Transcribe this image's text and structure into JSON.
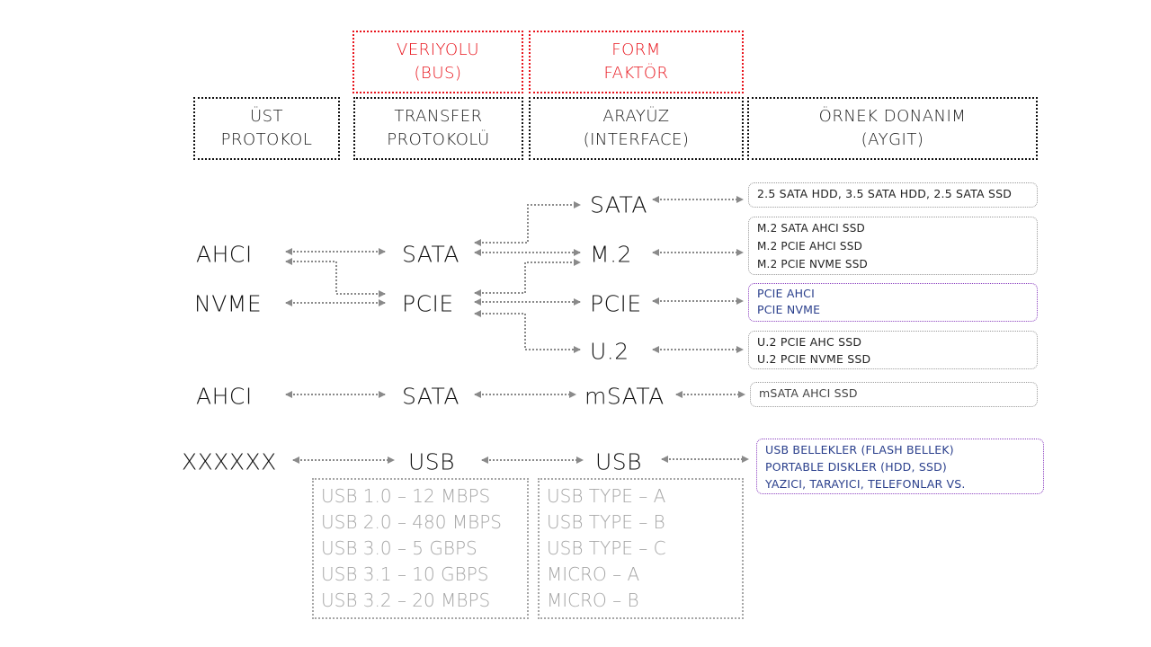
{
  "header": {
    "bus": [
      "VERIYOLU",
      "(BUS)"
    ],
    "form_factor": [
      "FORM",
      "FAKTÖR"
    ],
    "upper_protocol": [
      "ÜST",
      "PROTOKOL"
    ],
    "transfer_protocol": [
      "TRANSFER",
      "PROTOKOLÜ"
    ],
    "interface": [
      "ARAYÜZ",
      "(INTERFACE)"
    ],
    "example_hardware": [
      "ÖRNEK DONANIM",
      "(AYGIT)"
    ]
  },
  "colors": {
    "accent_red": "#e8141c",
    "device_purple_border": "#8a3fbf",
    "device_blue_text": "#2a3f8c",
    "connector_gray": "#8a8a8a",
    "list_gray": "#a6a6a6"
  },
  "protocols": [
    "AHCI",
    "NVME",
    "AHCI",
    "XXXXXX"
  ],
  "transfer": [
    "SATA",
    "PCIE",
    "SATA",
    "USB"
  ],
  "interfaces": [
    "SATA",
    "M.2",
    "PCIE",
    "U.2",
    "mSATA",
    "USB"
  ],
  "devices": {
    "sata": [
      "2.5 SATA HDD, 3.5 SATA HDD, 2.5 SATA SSD"
    ],
    "m2": [
      "M.2 SATA AHCI SSD",
      "M.2 PCIE AHCI SSD",
      "M.2 PCIE NVME SSD"
    ],
    "pcie": [
      "PCIE AHCI",
      "PCIE NVME"
    ],
    "u2": [
      "U.2 PCIE AHC SSD",
      "U.2 PCIE NVME SSD"
    ],
    "msata": [
      "mSATA AHCI SSD"
    ],
    "usb": [
      "USB BELLEKLER  (FLASH BELLEK)",
      "PORTABLE DISKLER (HDD, SSD)",
      "YAZICI, TARAYICI, TELEFONLAR  VS."
    ]
  },
  "usb_versions": [
    "USB 1.0 – 12 MBPS",
    "USB 2.0 – 480 MBPS",
    "USB 3.0 – 5 GBPS",
    "USB 3.1 – 10 GBPS",
    "USB 3.2 – 20 MBPS"
  ],
  "usb_types": [
    "USB TYPE – A",
    "USB TYPE – B",
    "USB TYPE – C",
    "MICRO – A",
    "MICRO – B"
  ]
}
